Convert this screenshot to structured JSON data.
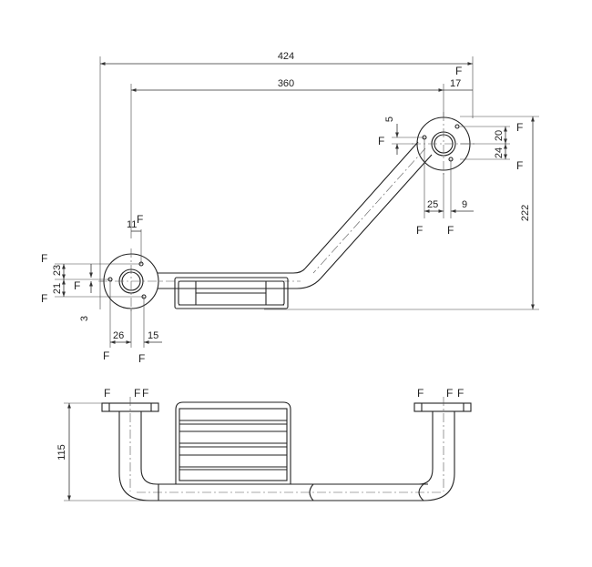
{
  "drawing": {
    "top_view": {
      "overall_width": "424",
      "center_distance": "360",
      "height": "222",
      "right_flange": {
        "offset_x": "17",
        "f_top": "F",
        "hole_v": "5",
        "hole_v_f": "F",
        "dim_20": "20",
        "dim_24": "24",
        "f_right_top": "F",
        "f_right_bottom": "F",
        "dim_25": "25",
        "dim_9": "9",
        "f_bottom_left": "F",
        "f_bottom_right": "F"
      },
      "left_flange": {
        "dim_11": "11",
        "f_top": "F",
        "dim_23": "23",
        "dim_21": "21",
        "dim_3": "3",
        "f_left_top": "F",
        "f_left_bottom": "F",
        "f_inner": "F",
        "dim_26": "26",
        "dim_15": "15",
        "f_bottom_left": "F",
        "f_bottom_right": "F"
      }
    },
    "front_view": {
      "height": "115",
      "left_f": [
        "F",
        "F",
        "F"
      ],
      "right_f": [
        "F",
        "F",
        "F"
      ]
    }
  }
}
